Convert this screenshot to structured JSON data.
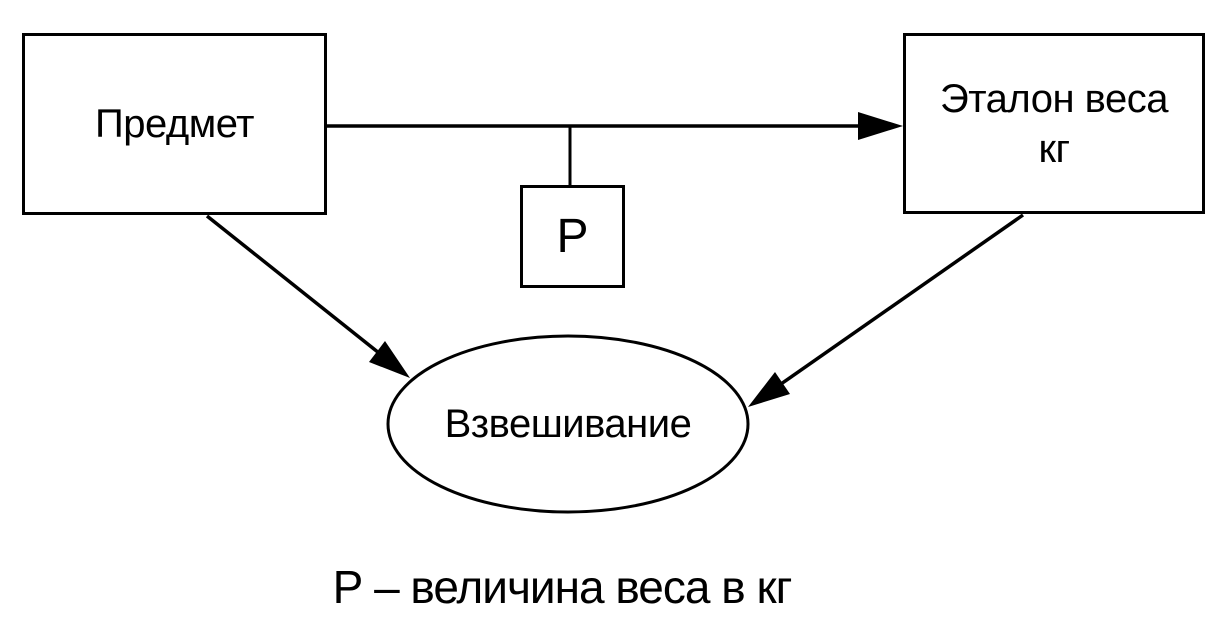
{
  "diagram": {
    "background_color": "#ffffff",
    "stroke_color": "#000000",
    "nodes": {
      "object_box": {
        "shape": "rectangle",
        "label": "Предмет"
      },
      "standard_box": {
        "shape": "rectangle",
        "label": "Эталон веса\nкг"
      },
      "p_square": {
        "shape": "square",
        "label": "Р"
      },
      "weighing_ellipse": {
        "shape": "ellipse",
        "label": "Взвешивание"
      }
    },
    "edges": [
      {
        "from": "object_box",
        "to": "standard_box",
        "style": "arrow"
      },
      {
        "from": "p_square",
        "to": "object_box-standard_box-edge",
        "style": "plain-connector"
      },
      {
        "from": "object_box",
        "to": "weighing_ellipse",
        "style": "arrow"
      },
      {
        "from": "standard_box",
        "to": "weighing_ellipse",
        "style": "arrow"
      }
    ],
    "caption": "Р – величина веса в кг"
  }
}
